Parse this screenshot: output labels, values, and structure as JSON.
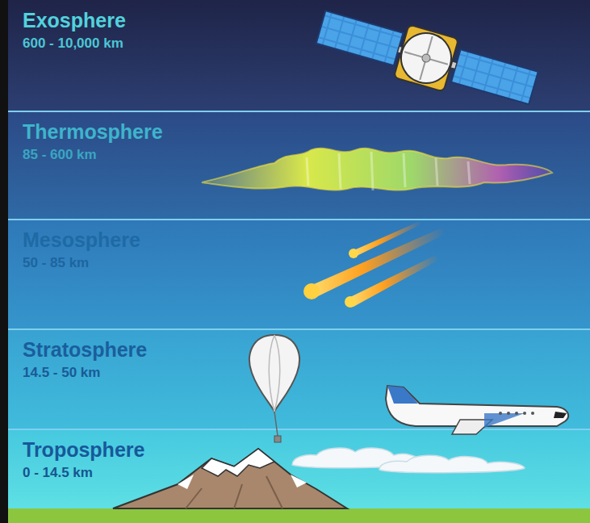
{
  "diagram": {
    "nodes": [
      {
        "text": [
          "Exosphere",
          "600 - 10,000 km"
        ]
      },
      {
        "text": [
          "Thermosphere",
          "85 - 600 km"
        ]
      },
      {
        "text": [
          "Mesosphere",
          "50 - 85 km"
        ]
      },
      {
        "text": [
          "Stratosphere",
          "14.5 - 50 km"
        ]
      },
      {
        "text": [
          "Troposphere",
          "0 - 14.5 km"
        ]
      }
    ]
  }
}
